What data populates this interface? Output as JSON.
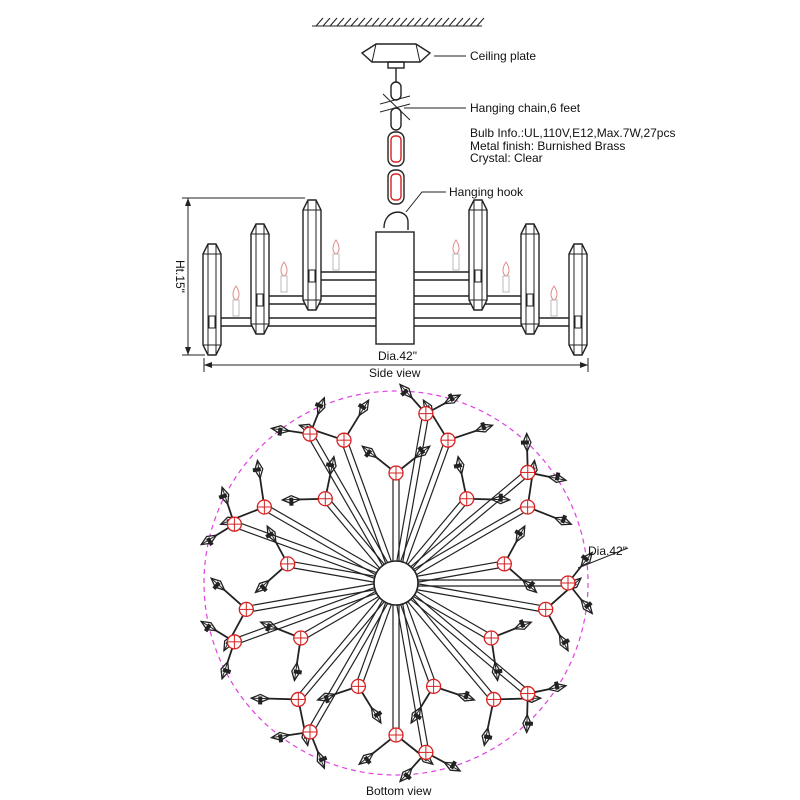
{
  "labels": {
    "ceiling_plate": "Ceiling plate",
    "hanging_chain": "Hanging chain,6 feet",
    "hanging_hook": "Hanging hook",
    "side_view": "Side view",
    "bottom_view": "Bottom view",
    "height": "Ht.15\"",
    "diameter_side": "Dia.42\"",
    "diameter_bottom": "Dia.42\""
  },
  "specs": [
    "Bulb Info.:UL,110V,E12,Max.7W,27pcs",
    "Metal finish: Burnished Brass",
    "Crystal: Clear"
  ],
  "colors": {
    "line": "#222222",
    "chain_accent": "#d62020",
    "socket_red": "#d62020",
    "circle_dash": "#e040e0"
  }
}
